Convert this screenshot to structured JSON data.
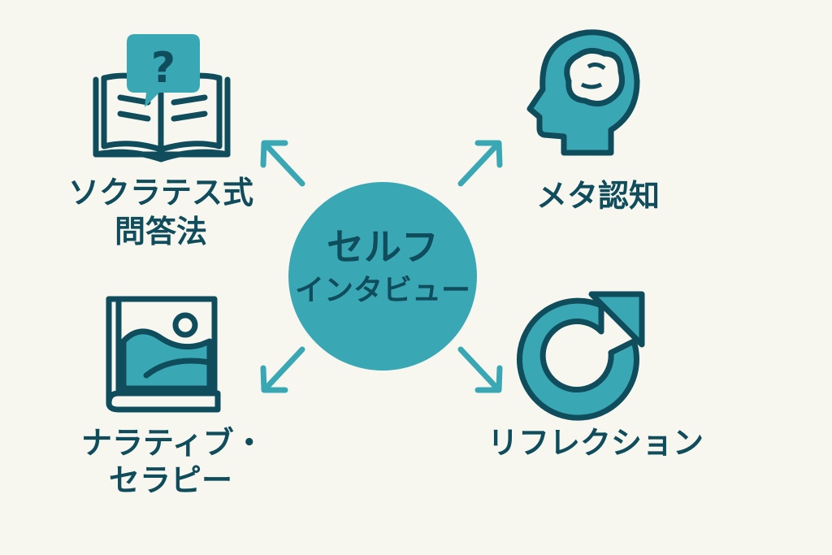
{
  "center": {
    "line1": "セルフ",
    "line2": "インタビュー"
  },
  "nodes": {
    "socratic": {
      "line1": "ソクラテス式",
      "line2": "問答法",
      "icon": "book-question-icon"
    },
    "metacognition": {
      "line1": "メタ認知",
      "icon": "head-brain-icon"
    },
    "narrative": {
      "line1": "ナラティブ・",
      "line2": "セラピー",
      "icon": "picture-book-icon"
    },
    "reflection": {
      "line1": "リフレクション",
      "icon": "circular-arrow-icon"
    }
  },
  "icon_glyphs": {
    "question_mark": "?"
  },
  "colors": {
    "background": "#f8f7ef",
    "primary": "#3aa8b4",
    "dark": "#0f4c5c",
    "arrow": "#3aa8b4"
  }
}
